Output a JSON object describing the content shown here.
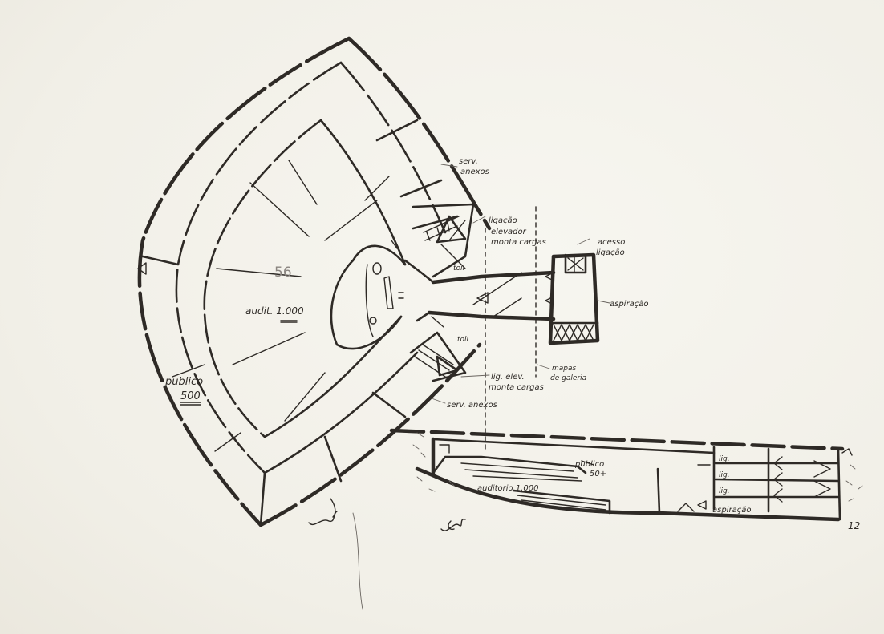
{
  "labels": {
    "serv_anexos_top": [
      "serv.",
      "anexos"
    ],
    "ligacao_top": [
      "ligação",
      "elevador",
      "monta cargas"
    ],
    "acesso": [
      "acesso",
      "ligação"
    ],
    "aspiracao_right": "aspiração",
    "mapas": [
      "mapas",
      "de galeria"
    ],
    "lig_elev": [
      "lig. elev.",
      "monta cargas"
    ],
    "serv_anexos_bottom": "serv. anexos",
    "toil_top": "toil",
    "toil_bottom": "toil",
    "auditorio_plan": "audit. 1.000",
    "number_56": "56",
    "publico_label": "publico",
    "publico_count": "500",
    "publico_section": "publico",
    "publico_section_count": "50+",
    "auditorio_section": "auditorio 1.000",
    "lig_1": "lig.",
    "lig_2": "lig.",
    "lig_3": "lig.",
    "aspiracao_section": "aspiração",
    "sheet_number": "12"
  },
  "colors": {
    "paper": "#f3f1ea",
    "ink": "#2e2a26"
  }
}
